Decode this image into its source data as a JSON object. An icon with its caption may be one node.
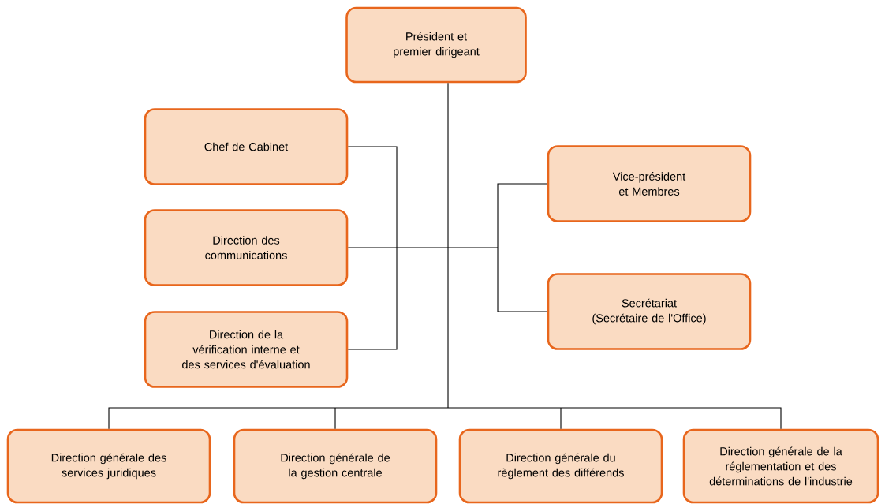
{
  "diagram": {
    "nodes": [
      {
        "text": [
          "Président et premier dirigeant"
        ]
      },
      {
        "text": [
          "Chef de Cabinet"
        ]
      },
      {
        "text": [
          "Direction des communications"
        ]
      },
      {
        "text": [
          "Direction de la vérification interne et des services d'évaluation"
        ]
      },
      {
        "text": [
          "Vice-président et Membres"
        ]
      },
      {
        "text": [
          "Secrétariat (Secrétaire de l'Office)"
        ]
      },
      {
        "text": [
          "Direction générale des services juridiques"
        ]
      },
      {
        "text": [
          "Direction générale de la gestion centrale"
        ]
      },
      {
        "text": [
          "Direction générale du règlement des différends"
        ]
      },
      {
        "text": [
          "Direction générale de la réglementation et des déterminations de l'industrie"
        ]
      }
    ],
    "edges": [
      {
        "from": 0,
        "to": 1,
        "arrow": "none"
      },
      {
        "from": 0,
        "to": 2,
        "arrow": "none"
      },
      {
        "from": 0,
        "to": 3,
        "arrow": "none"
      },
      {
        "from": 0,
        "to": 4,
        "arrow": "none"
      },
      {
        "from": 0,
        "to": 5,
        "arrow": "none"
      },
      {
        "from": 0,
        "to": 6,
        "arrow": "none"
      },
      {
        "from": 0,
        "to": 7,
        "arrow": "none"
      },
      {
        "from": 0,
        "to": 8,
        "arrow": "none"
      },
      {
        "from": 0,
        "to": 9,
        "arrow": "none"
      }
    ]
  }
}
